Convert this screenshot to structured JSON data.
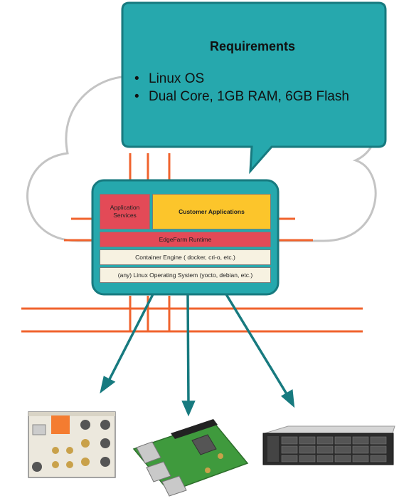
{
  "callout": {
    "title": "Requirements",
    "items": [
      "Linux OS",
      "Dual Core, 1GB RAM, 6GB Flash"
    ]
  },
  "stack": {
    "application_services": "Application Services",
    "customer_applications": "Customer Applications",
    "runtime": "EdgeFarm Runtime",
    "container_engine": "Container Engine ( docker, cri-o, etc.)",
    "os": "(any) Linux Operating System (yocto, debian, etc.)"
  },
  "colors": {
    "teal": "#26a8ad",
    "teal_border": "#177a7f",
    "red": "#e34a57",
    "yellow": "#fcc52b",
    "cream": "#f7f2e1",
    "wire": "#f0632d",
    "cloud": "#bdbdbd"
  }
}
